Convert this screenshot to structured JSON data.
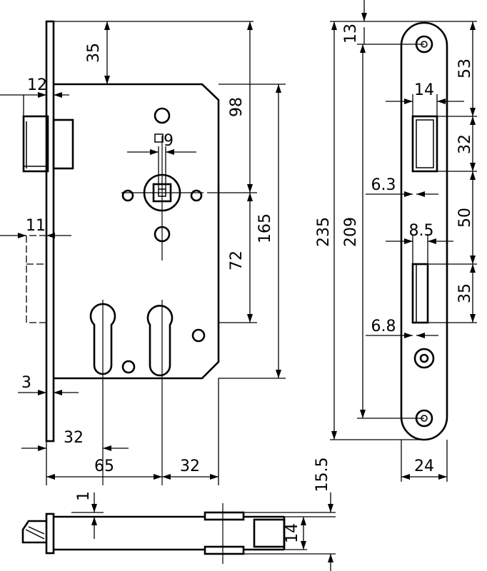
{
  "dimensions": {
    "front_cover_height": "35",
    "latch_offset": "12",
    "latch_square": "9",
    "bolt_offset": "11",
    "faceplate_thickness": "3",
    "cylinder_spacing": "32",
    "backset": "65",
    "cylinder_to_end": "32",
    "case_top_to_follower": "98",
    "follower_to_cylinder": "72",
    "case_height": "165",
    "faceplate_hole_offset": "13",
    "faceplate_length": "235",
    "screw_spacing": "209",
    "top_to_latch": "53",
    "latch_width": "14",
    "latch_height": "32",
    "latch_depth": "6.3",
    "latch_to_bolt": "50",
    "bolt_width": "8.5",
    "bolt_height": "35",
    "bolt_depth": "6.8",
    "faceplate_width": "24",
    "section_offset": "1",
    "section_depth": "15.5",
    "section_height": "14"
  }
}
